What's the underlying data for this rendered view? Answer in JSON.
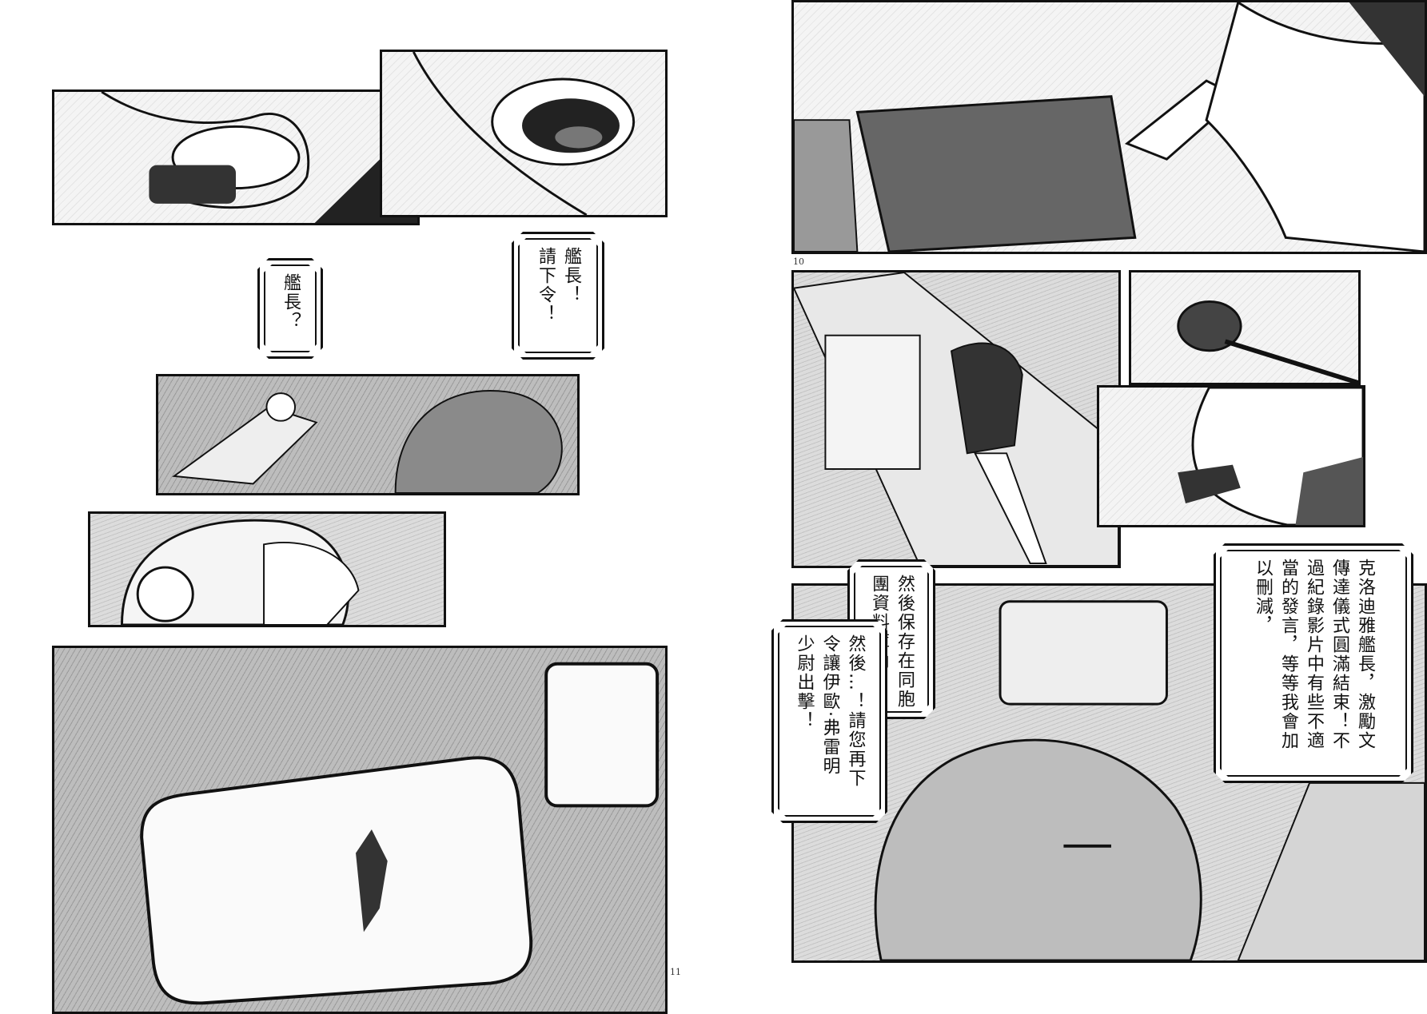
{
  "left_page": {
    "page_number": "11",
    "bubbles": [
      {
        "lines": [
          "艦長？"
        ]
      },
      {
        "lines": [
          "艦長！",
          "請下令！"
        ]
      }
    ]
  },
  "right_page": {
    "page_number": "10",
    "bubbles": [
      {
        "lines": [
          "克洛迪雅艦長，激勵文",
          "傳達儀式圓滿結束！不",
          "過紀錄影片中有些不適",
          "當的發言，等等我會加",
          "以刪減，"
        ]
      },
      {
        "lines": [
          "然後保存在同胞",
          "團資料庫內！"
        ]
      },
      {
        "lines": [
          "然後…！請您再下",
          "令讓伊歐·弗雷明",
          "少尉出擊！"
        ]
      }
    ]
  }
}
